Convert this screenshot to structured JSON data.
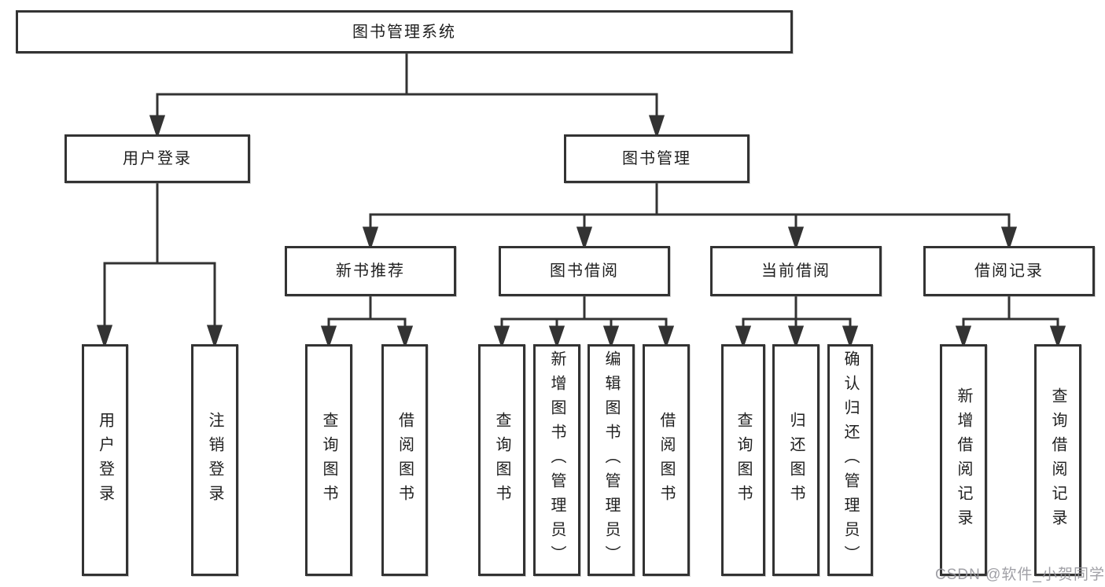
{
  "diagram": {
    "title_node": {
      "label": "图书管理系统"
    },
    "level1": [
      {
        "label": "用户登录"
      },
      {
        "label": "图书管理"
      }
    ],
    "level2": [
      {
        "label": "新书推荐"
      },
      {
        "label": "图书借阅"
      },
      {
        "label": "当前借阅"
      },
      {
        "label": "借阅记录"
      }
    ],
    "leaves": [
      {
        "label": "用户登录",
        "parent": "用户登录"
      },
      {
        "label": "注销登录",
        "parent": "用户登录"
      },
      {
        "label": "查询图书",
        "parent": "新书推荐"
      },
      {
        "label": "借阅图书",
        "parent": "新书推荐"
      },
      {
        "label": "查询图书",
        "parent": "图书借阅"
      },
      {
        "label": "新增图书（管理员）",
        "parent": "图书借阅"
      },
      {
        "label": "编辑图书（管理员）",
        "parent": "图书借阅"
      },
      {
        "label": "借阅图书",
        "parent": "图书借阅"
      },
      {
        "label": "查询图书",
        "parent": "当前借阅"
      },
      {
        "label": "归还图书",
        "parent": "当前借阅"
      },
      {
        "label": "确认归还（管理员）",
        "parent": "当前借阅"
      },
      {
        "label": "新增借阅记录",
        "parent": "借阅记录"
      },
      {
        "label": "查询借阅记录",
        "parent": "借阅记录"
      }
    ],
    "colors": {
      "line": "#333333",
      "box_border": "#333333",
      "text": "#1f1f1f",
      "background": "#ffffff"
    }
  },
  "watermark": {
    "text": "CSDN @软件_小贺同学",
    "color": "#96969c"
  }
}
